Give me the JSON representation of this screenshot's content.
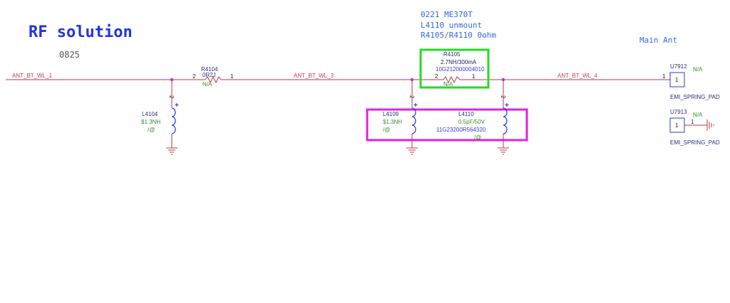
{
  "title": "RF solution",
  "date_code": "0825",
  "notes": [
    "0221 ME370T",
    "L4110 unmount",
    "R4105/R4110 0ohm"
  ],
  "main_ant_label": "Main Ant",
  "nets": [
    "ANT_BT_WL_1",
    "ANT_BT_WL_3",
    "ANT_BT_WL_4"
  ],
  "r4104": {
    "ref": "R4104",
    "value": "0R2J",
    "status": "N/A",
    "pin_a": "2",
    "pin_b": "1"
  },
  "r4105": {
    "ref": "R4105",
    "value": "2.7NH/300mA",
    "part": "10G212000004010",
    "status": "N/A",
    "pin_a": "2",
    "pin_b": "1"
  },
  "l4104": {
    "ref": "L4104",
    "value": "$1.3NH",
    "option": "/@",
    "pin": "2"
  },
  "l4109": {
    "ref": "L4109",
    "value": "$1.3NH",
    "option": "/@",
    "pin": "2"
  },
  "l4110": {
    "ref": "L4110",
    "value": "0.5pF/50V",
    "part": "11G23200R564320",
    "option": "/@",
    "pin": "2"
  },
  "u7912": {
    "ref": "U7912",
    "status": "N/A",
    "name": "EMI_SPRING_PAD",
    "pin": "1",
    "pin_ext": "1"
  },
  "u7913": {
    "ref": "U7913",
    "status": "N/A",
    "name": "EMI_SPRING_PAD",
    "pin": "1",
    "pin_ext": "1"
  },
  "colors": {
    "highlight_green": "#22dd22",
    "highlight_magenta": "#e020e0",
    "wire": "#b8394f",
    "junction": "#e020e0"
  }
}
